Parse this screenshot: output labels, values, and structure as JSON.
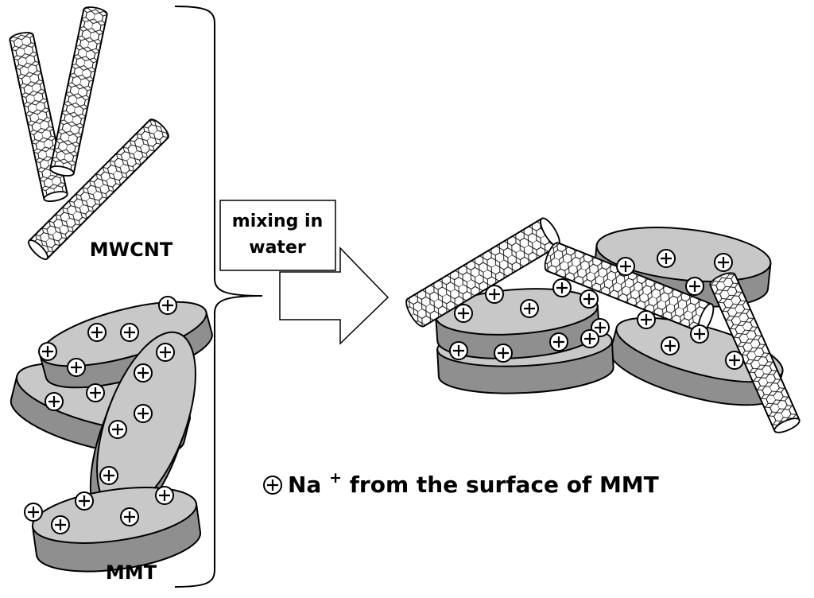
{
  "labels": {
    "mwcnt": "MWCNT",
    "mmt": "MMT",
    "mixing_line1": "mixing in",
    "mixing_line2": "water",
    "legend_symbol": "⊕",
    "legend_ion": "Na",
    "legend_superscript": "+",
    "legend_rest": " from the surface of MMT"
  },
  "colors": {
    "disc_top": "#c8c8c8",
    "disc_side": "#8f8f8f",
    "tube_fill": "#ffffff",
    "stroke": "#000000"
  },
  "icons": {
    "nanotube": "nanotube-cylinder",
    "clay_platelet": "clay-disc",
    "cation": "plus-in-circle",
    "process_arrow": "right-arrow"
  }
}
